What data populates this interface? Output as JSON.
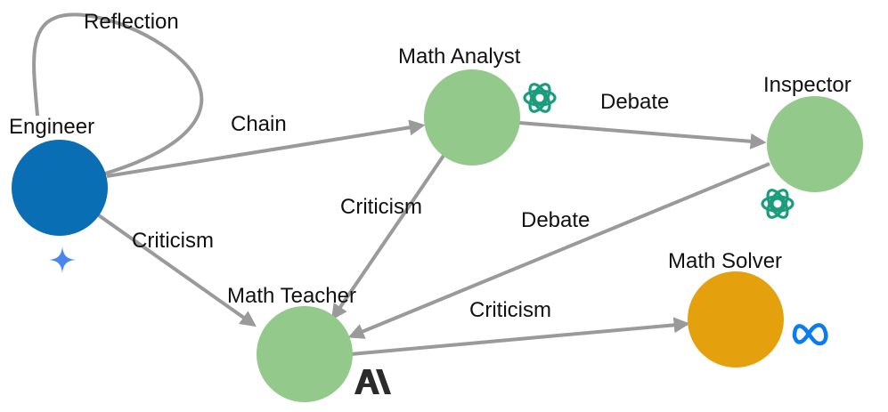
{
  "diagram": {
    "nodes": [
      {
        "id": "engineer",
        "label": "Engineer",
        "color": "#0a6eb4",
        "badge": "gemini-icon"
      },
      {
        "id": "math_analyst",
        "label": "Math Analyst",
        "color": "#93c98a",
        "badge": "openai-icon"
      },
      {
        "id": "inspector",
        "label": "Inspector",
        "color": "#93c98a",
        "badge": "openai-icon"
      },
      {
        "id": "math_teacher",
        "label": "Math Teacher",
        "color": "#93c98a",
        "badge": "anthropic-icon"
      },
      {
        "id": "math_solver",
        "label": "Math Solver",
        "color": "#e5a00d",
        "badge": "meta-icon"
      }
    ],
    "edges": [
      {
        "id": "reflection",
        "from": "engineer",
        "to": "engineer",
        "label": "Reflection"
      },
      {
        "id": "chain",
        "from": "engineer",
        "to": "math_analyst",
        "label": "Chain"
      },
      {
        "id": "criticism_engineer_teacher",
        "from": "engineer",
        "to": "math_teacher",
        "label": "Criticism"
      },
      {
        "id": "criticism_analyst_teacher",
        "from": "math_analyst",
        "to": "math_teacher",
        "label": "Criticism"
      },
      {
        "id": "debate_analyst_inspector",
        "from": "math_analyst",
        "to": "inspector",
        "label": "Debate"
      },
      {
        "id": "debate_inspector_teacher",
        "from": "inspector",
        "to": "math_teacher",
        "label": "Debate"
      },
      {
        "id": "criticism_teacher_solver",
        "from": "math_teacher",
        "to": "math_solver",
        "label": "Criticism"
      }
    ],
    "colors": {
      "edge": "#9a9a9a",
      "openai": "#1a9c7d",
      "gemini": "#4a86f0",
      "meta": "#0a7cf0",
      "anthropic": "#2b2b2b"
    }
  }
}
